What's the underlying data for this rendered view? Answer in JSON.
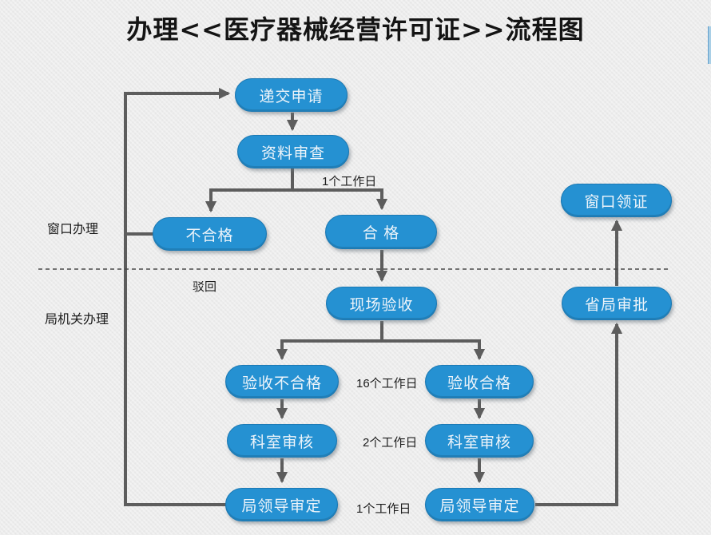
{
  "title": "办理<<医疗器械经营许可证>>流程图",
  "lanes": {
    "window": "窗口办理",
    "bureau": "局机关办理"
  },
  "nodes": {
    "submit": "递交申请",
    "doc_review": "资料审查",
    "fail": "不合格",
    "pass": "合 格",
    "site_inspection": "现场验收",
    "inspection_fail": "验收不合格",
    "inspection_pass": "验收合格",
    "dept_review_left": "科室审核",
    "dept_review_right": "科室审核",
    "leader_approval_left": "局领导审定",
    "leader_approval_right": "局领导审定",
    "provincial_approval": "省局审批",
    "collect_license": "窗口领证"
  },
  "edge_labels": {
    "doc_review_duration": "1个工作日",
    "reject": "驳回",
    "inspection_duration": "16个工作日",
    "dept_review_duration": "2个工作日",
    "leader_approval_duration": "1个工作日"
  },
  "colors": {
    "node_fill": "#2591d2",
    "node_border": "#1b79b4",
    "node_text": "#edf4fa",
    "arrow": "#5d5d5d",
    "divider": "#4a4a4a",
    "background": "#ececec",
    "edge_strip": "#a9cfe6"
  }
}
